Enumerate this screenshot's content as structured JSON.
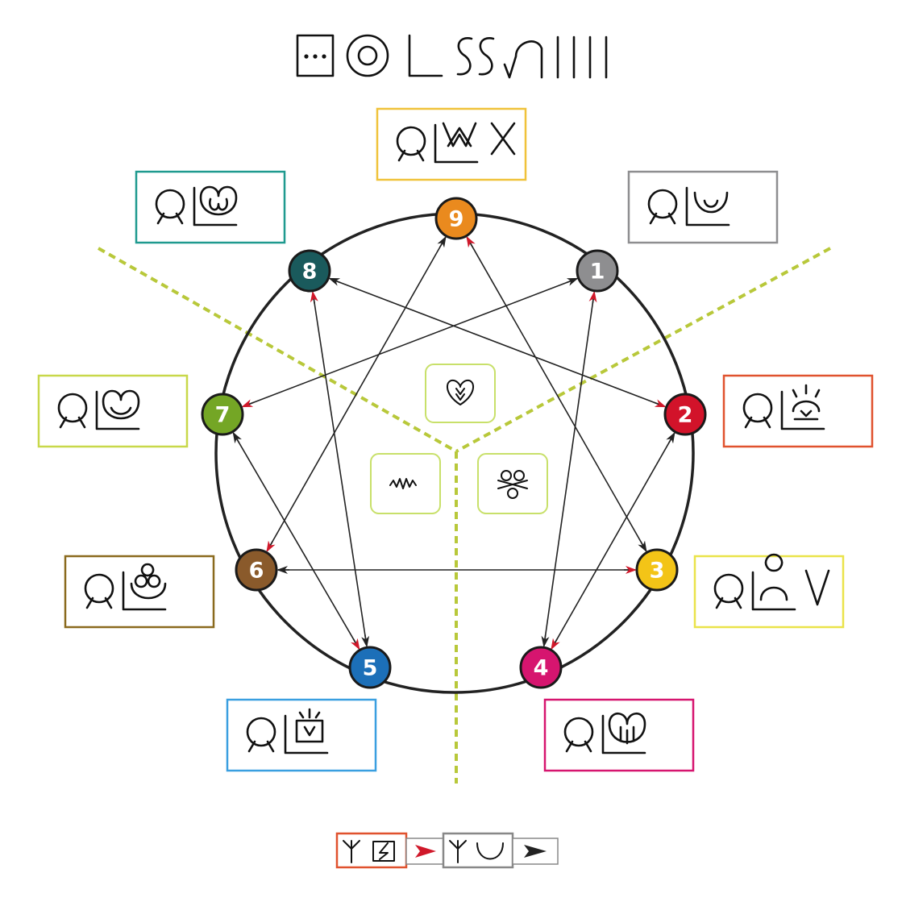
{
  "title": {
    "label": "",
    "glyphs": "box-dots, target-circle, angle, double-s, arch-check, four-bars"
  },
  "colors": {
    "type1": "#8e8e90",
    "type2": "#d2132a",
    "type3": "#f3c417",
    "type4": "#d6156f",
    "type5": "#1c6fb8",
    "type6": "#8a5a2b",
    "type7": "#74a625",
    "type8": "#1a5a5c",
    "type9": "#ea8a1e",
    "triad_divider": "#b8c83a",
    "arrow_red": "#d0182a",
    "arrow_black": "#222222",
    "ring": "#222222"
  },
  "types": [
    {
      "number": "1",
      "label_box": "type-1-label",
      "border": "#8e8e90"
    },
    {
      "number": "2",
      "label_box": "type-2-label",
      "border": "#e0522e"
    },
    {
      "number": "3",
      "label_box": "type-3-label",
      "border": "#eae34a"
    },
    {
      "number": "4",
      "label_box": "type-4-label",
      "border": "#d6156f"
    },
    {
      "number": "5",
      "label_box": "type-5-label",
      "border": "#3a9fe0"
    },
    {
      "number": "6",
      "label_box": "type-6-label",
      "border": "#8a6a1e"
    },
    {
      "number": "7",
      "label_box": "type-7-label",
      "border": "#c8d84a"
    },
    {
      "number": "8",
      "label_box": "type-8-label",
      "border": "#1f9a8f"
    },
    {
      "number": "9",
      "label_box": "type-9-label",
      "border": "#f0c23a"
    }
  ],
  "centers": [
    {
      "name": "heart-center",
      "icon": "heart-icon"
    },
    {
      "name": "head-center",
      "icon": "zigzag-icon"
    },
    {
      "name": "gut-center",
      "icon": "knot-icon"
    }
  ],
  "connections": [
    {
      "from": "1",
      "to": "7"
    },
    {
      "from": "7",
      "to": "5"
    },
    {
      "from": "5",
      "to": "8"
    },
    {
      "from": "8",
      "to": "2"
    },
    {
      "from": "2",
      "to": "4"
    },
    {
      "from": "4",
      "to": "1"
    },
    {
      "from": "9",
      "to": "6"
    },
    {
      "from": "6",
      "to": "3"
    },
    {
      "from": "3",
      "to": "9"
    }
  ],
  "legend": {
    "items": [
      "stress-arrow",
      "growth-arrow"
    ]
  }
}
